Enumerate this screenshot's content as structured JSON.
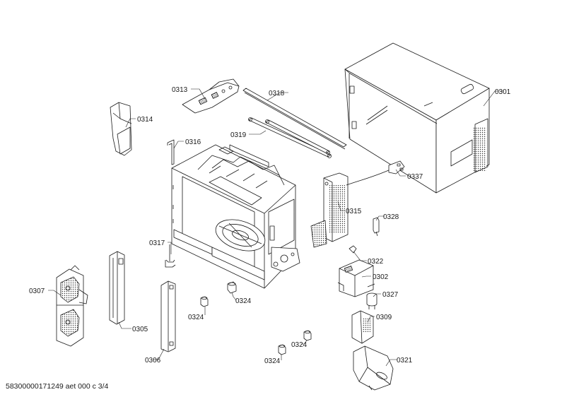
{
  "callouts": {
    "p0301": "0301",
    "p0302": "0302",
    "p0305": "0305",
    "p0306": "0306",
    "p0307": "0307",
    "p0309": "0309",
    "p0313": "0313",
    "p0314": "0314",
    "p0315": "0315",
    "p0316": "0316",
    "p0317": "0317",
    "p0318": "0318",
    "p0319": "0319",
    "p0321": "0321",
    "p0322": "0322",
    "p0324a": "0324",
    "p0324b": "0324",
    "p0324c": "0324",
    "p0324d": "0324",
    "p0327": "0327",
    "p0328": "0328",
    "p0337": "0337"
  },
  "footer": {
    "drawing_id": "58300000171249 aet 000 c 3/4"
  },
  "colors": {
    "line": "#1a1a1a",
    "hatch": "#555555",
    "background": "#ffffff"
  }
}
